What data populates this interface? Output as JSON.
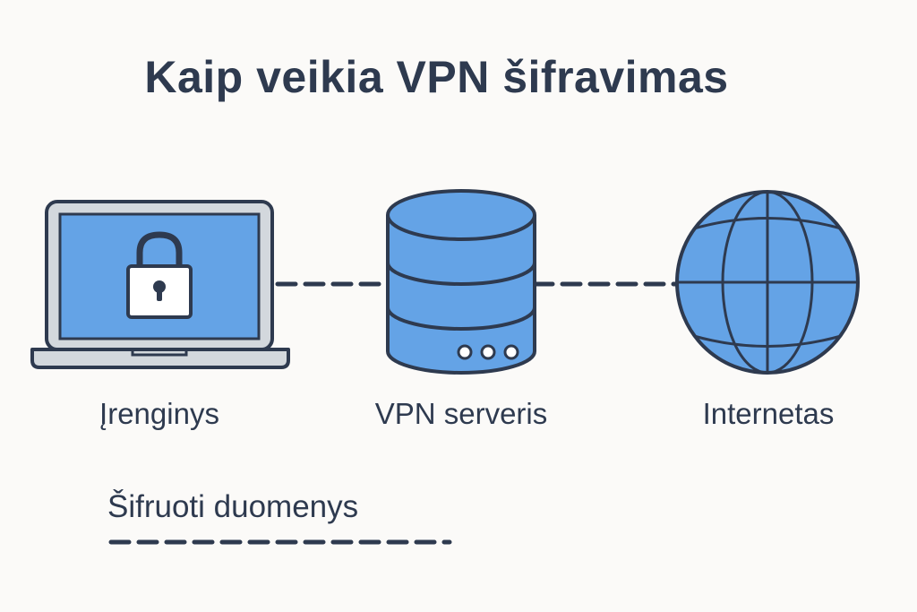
{
  "title": "Kaip veikia VPN šifravimas",
  "nodes": {
    "device": {
      "label": "Įrenginys",
      "icon": "laptop-lock-icon"
    },
    "server": {
      "label": "VPN serveris",
      "icon": "database-server-icon"
    },
    "internet": {
      "label": "Internetas",
      "icon": "globe-icon"
    }
  },
  "legend": {
    "label": "Šifruoti duomenys",
    "line_style": "dashed"
  },
  "colors": {
    "background": "#fbfaf8",
    "stroke": "#2e3a4f",
    "fill_blue": "#64a3e6",
    "frame_gray": "#d3d8dd",
    "white": "#ffffff"
  }
}
